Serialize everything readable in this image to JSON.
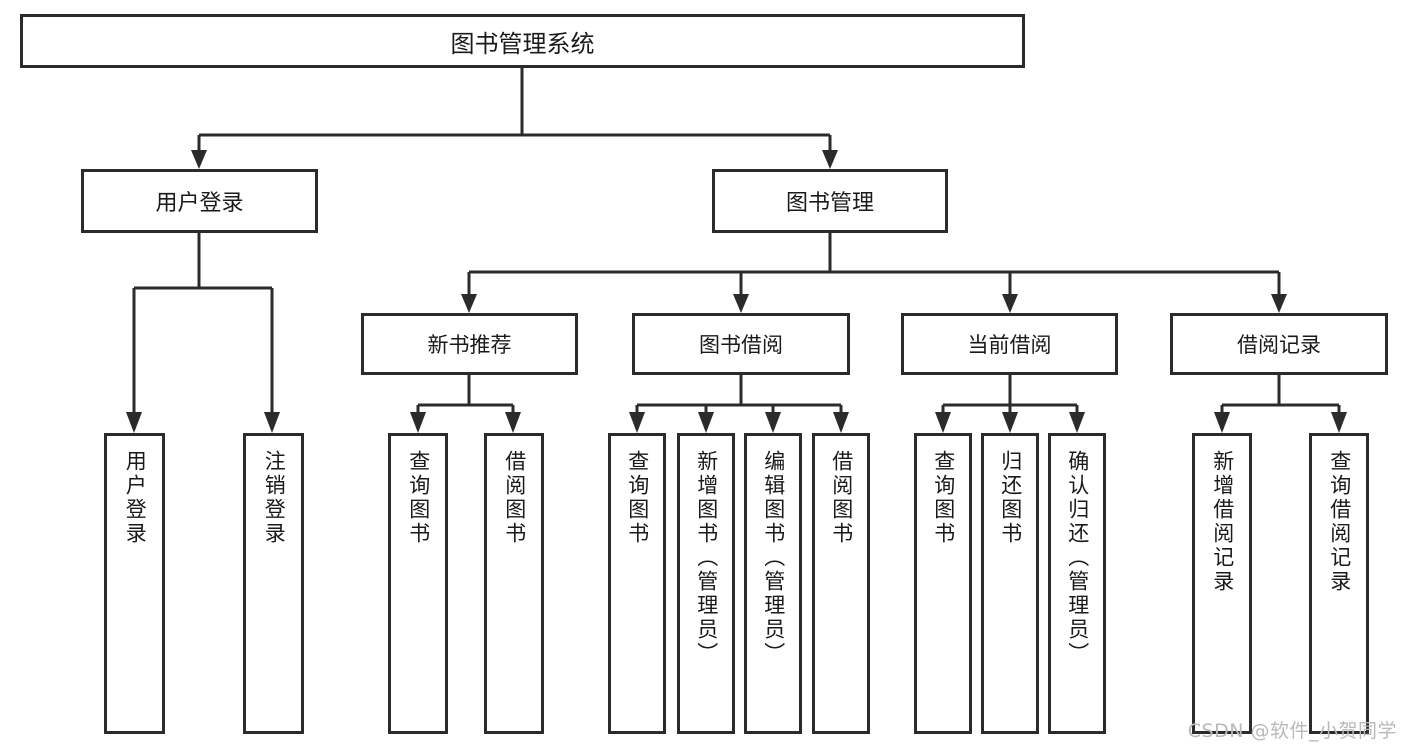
{
  "diagram": {
    "title": "图书管理系统",
    "type": "tree",
    "root": {
      "label": "图书管理系统",
      "children": [
        {
          "label": "用户登录",
          "children": [
            {
              "label": "用户登录",
              "orientation": "vertical"
            },
            {
              "label": "注销登录",
              "orientation": "vertical"
            }
          ]
        },
        {
          "label": "图书管理",
          "children": [
            {
              "label": "新书推荐",
              "children": [
                {
                  "label": "查询图书",
                  "orientation": "vertical"
                },
                {
                  "label": "借阅图书",
                  "orientation": "vertical"
                }
              ]
            },
            {
              "label": "图书借阅",
              "children": [
                {
                  "label": "查询图书",
                  "orientation": "vertical"
                },
                {
                  "label": "新增图书（管理员）",
                  "orientation": "vertical"
                },
                {
                  "label": "编辑图书（管理员）",
                  "orientation": "vertical"
                },
                {
                  "label": "借阅图书",
                  "orientation": "vertical"
                }
              ]
            },
            {
              "label": "当前借阅",
              "children": [
                {
                  "label": "查询图书",
                  "orientation": "vertical"
                },
                {
                  "label": "归还图书",
                  "orientation": "vertical"
                },
                {
                  "label": "确认归还（管理员）",
                  "orientation": "vertical"
                }
              ]
            },
            {
              "label": "借阅记录",
              "children": [
                {
                  "label": "新增借阅记录",
                  "orientation": "vertical"
                },
                {
                  "label": "查询借阅记录",
                  "orientation": "vertical"
                }
              ]
            }
          ]
        }
      ]
    }
  },
  "nodes": {
    "root": "图书管理系统",
    "user_login": "用户登录",
    "book_manage": "图书管理",
    "new_book_rec": "新书推荐",
    "book_borrow": "图书借阅",
    "current_borrow": "当前借阅",
    "borrow_record": "借阅记录",
    "leaf_user_login": "用户登录",
    "leaf_logout": "注销登录",
    "leaf_query_book_1": "查询图书",
    "leaf_borrow_book_1": "借阅图书",
    "leaf_query_book_2": "查询图书",
    "leaf_add_book": "新增图书（管理员）",
    "leaf_edit_book": "编辑图书（管理员）",
    "leaf_borrow_book_2": "借阅图书",
    "leaf_query_book_3": "查询图书",
    "leaf_return_book": "归还图书",
    "leaf_confirm_return": "确认归还（管理员）",
    "leaf_add_record": "新增借阅记录",
    "leaf_query_record": "查询借阅记录"
  },
  "watermark": {
    "text": "CSDN @软件_小贺同学"
  },
  "colors": {
    "stroke": "#2b2b2b",
    "fill": "#ffffff",
    "text": "#1a1a1a",
    "watermark": "#b9b9b9"
  }
}
